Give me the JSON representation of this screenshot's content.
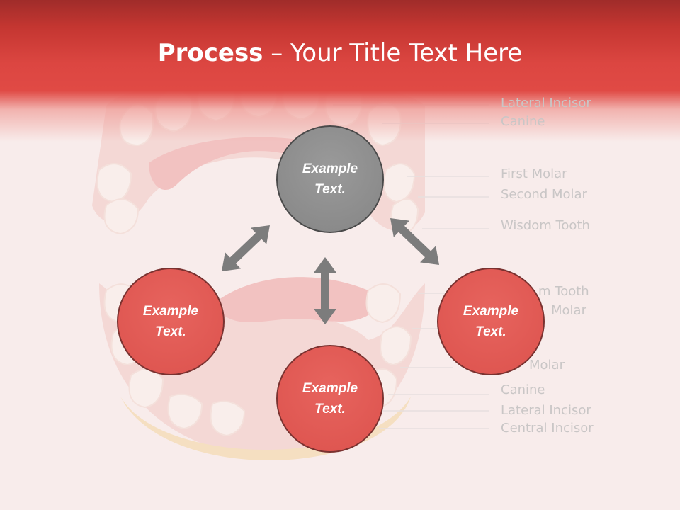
{
  "title": {
    "bold": "Process",
    "rest": " – Your Title Text Here"
  },
  "tooth_labels": {
    "upper": [
      "Lateral Incisor",
      "Canine",
      "First Molar",
      "Second Molar",
      "Wisdom Tooth"
    ],
    "lower": [
      "m Tooth",
      "Molar",
      "Molar",
      "Canine",
      "Lateral Incisor",
      "Central Incisor"
    ]
  },
  "nodes": {
    "top": "Example Text.",
    "left": "Example Text.",
    "right": "Example Text.",
    "bottom": "Example Text."
  },
  "colors": {
    "header_red": "#dc4641",
    "node_gray": "#8e8e8e",
    "node_red": "#e05a54",
    "arrow_gray": "#7c7c7c",
    "background": "#f8eceb"
  }
}
